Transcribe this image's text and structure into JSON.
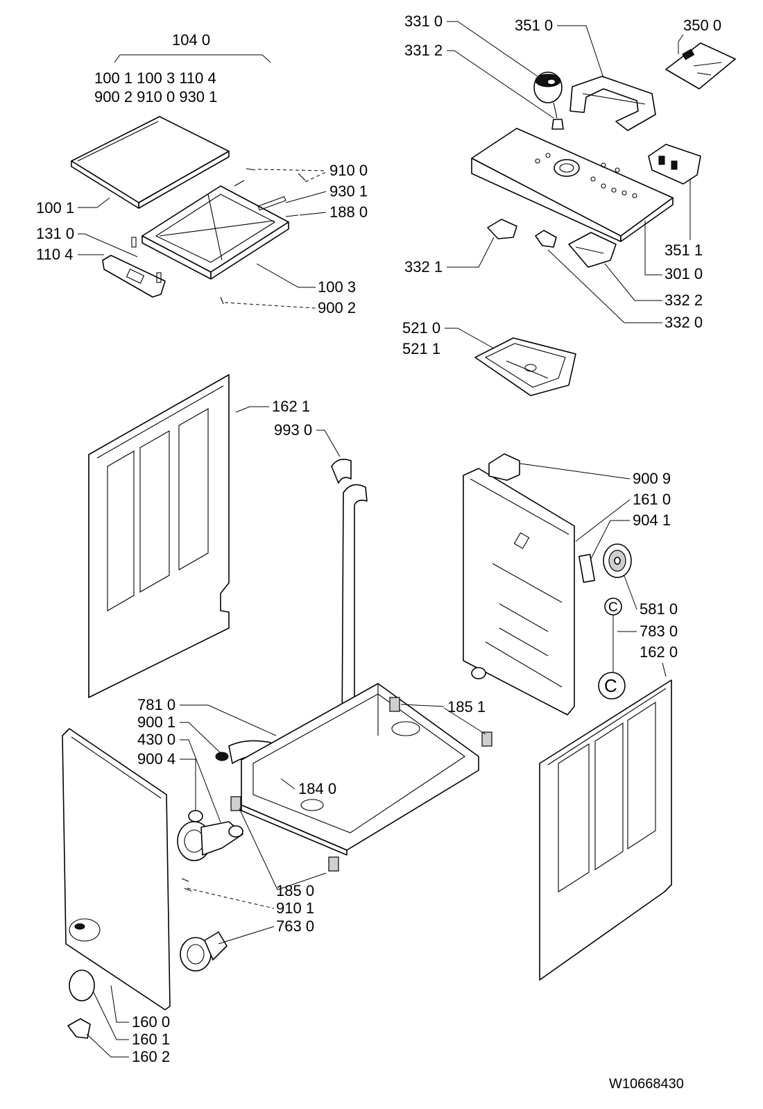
{
  "group_label": "104 0",
  "group_members": [
    "100 1  100 3  110 4",
    "900 2  910 0  930 1"
  ],
  "drawing_ref": "W10668430",
  "circle_marker_small": "C",
  "circle_marker_large": "C",
  "labels": {
    "p1001": "100 1",
    "p1310": "131 0",
    "p1104": "110 4",
    "p9100": "910 0",
    "p9301": "930 1",
    "p1880": "188 0",
    "p1003": "100 3",
    "p9002": "900 2",
    "p3310": "331 0",
    "p3312": "331 2",
    "p3510": "351 0",
    "p3500": "350 0",
    "p3511": "351 1",
    "p3010": "301 0",
    "p3322": "332 2",
    "p3320": "332 0",
    "p3321": "332 1",
    "p5210": "521 0",
    "p5211": "521 1",
    "p1621": "162 1",
    "p9930": "993 0",
    "p9009": "900 9",
    "p1610": "161 0",
    "p9041": "904 1",
    "p5810": "581 0",
    "p7830": "783 0",
    "p1620": "162 0",
    "p7810": "781 0",
    "p9001": "900 1",
    "p4300": "430 0",
    "p9004": "900 4",
    "p1851": "185 1",
    "p1840": "184 0",
    "p1850": "185 0",
    "p9101": "910 1",
    "p7630": "763 0",
    "p1600": "160 0",
    "p1601": "160 1",
    "p1602": "160 2"
  }
}
